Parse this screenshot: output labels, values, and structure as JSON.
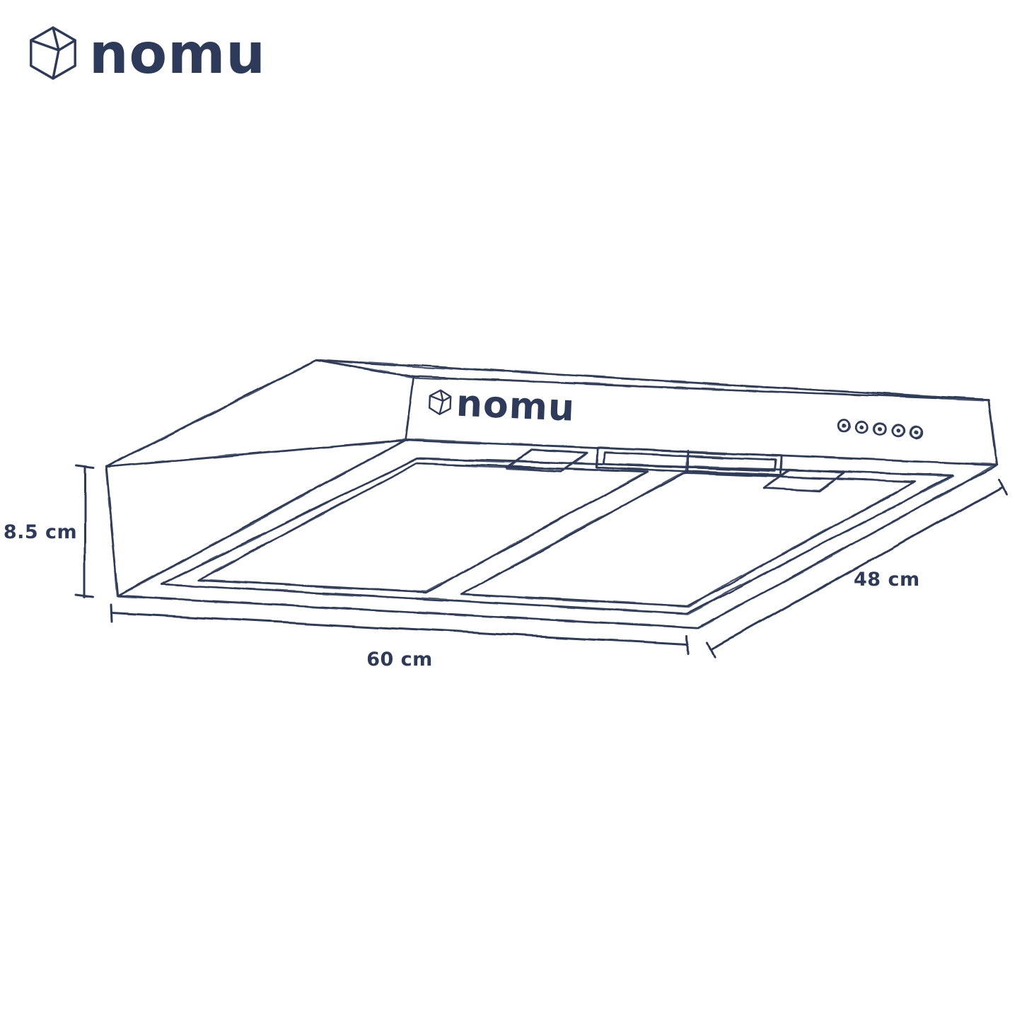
{
  "brand": {
    "logo_text": "nomu"
  },
  "product": {
    "logo_text": "nomu",
    "kind": "under-cabinet range hood technical sketch",
    "control_buttons": 5,
    "filter_panels": 2
  },
  "dimensions": {
    "height": "8.5 cm",
    "width": "60 cm",
    "depth": "48 cm"
  },
  "colors": {
    "ink": "#2e3a59",
    "background": "#ffffff"
  }
}
